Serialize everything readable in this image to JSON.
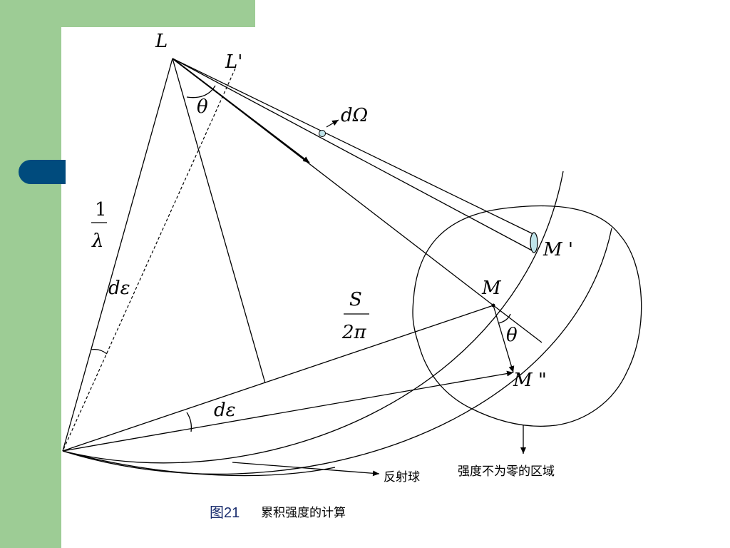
{
  "labels": {
    "L": "L",
    "L_prime": "L'",
    "theta_top": "θ",
    "d_omega": "dΩ",
    "one": "1",
    "lambda": "λ",
    "d_epsilon_left": "dε",
    "M_prime": "M '",
    "M": "M",
    "S": "S",
    "two_pi": "2π",
    "theta_right": "θ",
    "M_double_prime": "M \"",
    "d_epsilon_bottom": "dε",
    "reflection_sphere": "反射球",
    "nonzero_region": "强度不为零的区域"
  },
  "caption": {
    "number": "图21",
    "text": "累积强度的计算"
  },
  "colors": {
    "green_bar": "#9dcc95",
    "tab": "#004b7d",
    "caption_number": "#1a2d6e"
  }
}
